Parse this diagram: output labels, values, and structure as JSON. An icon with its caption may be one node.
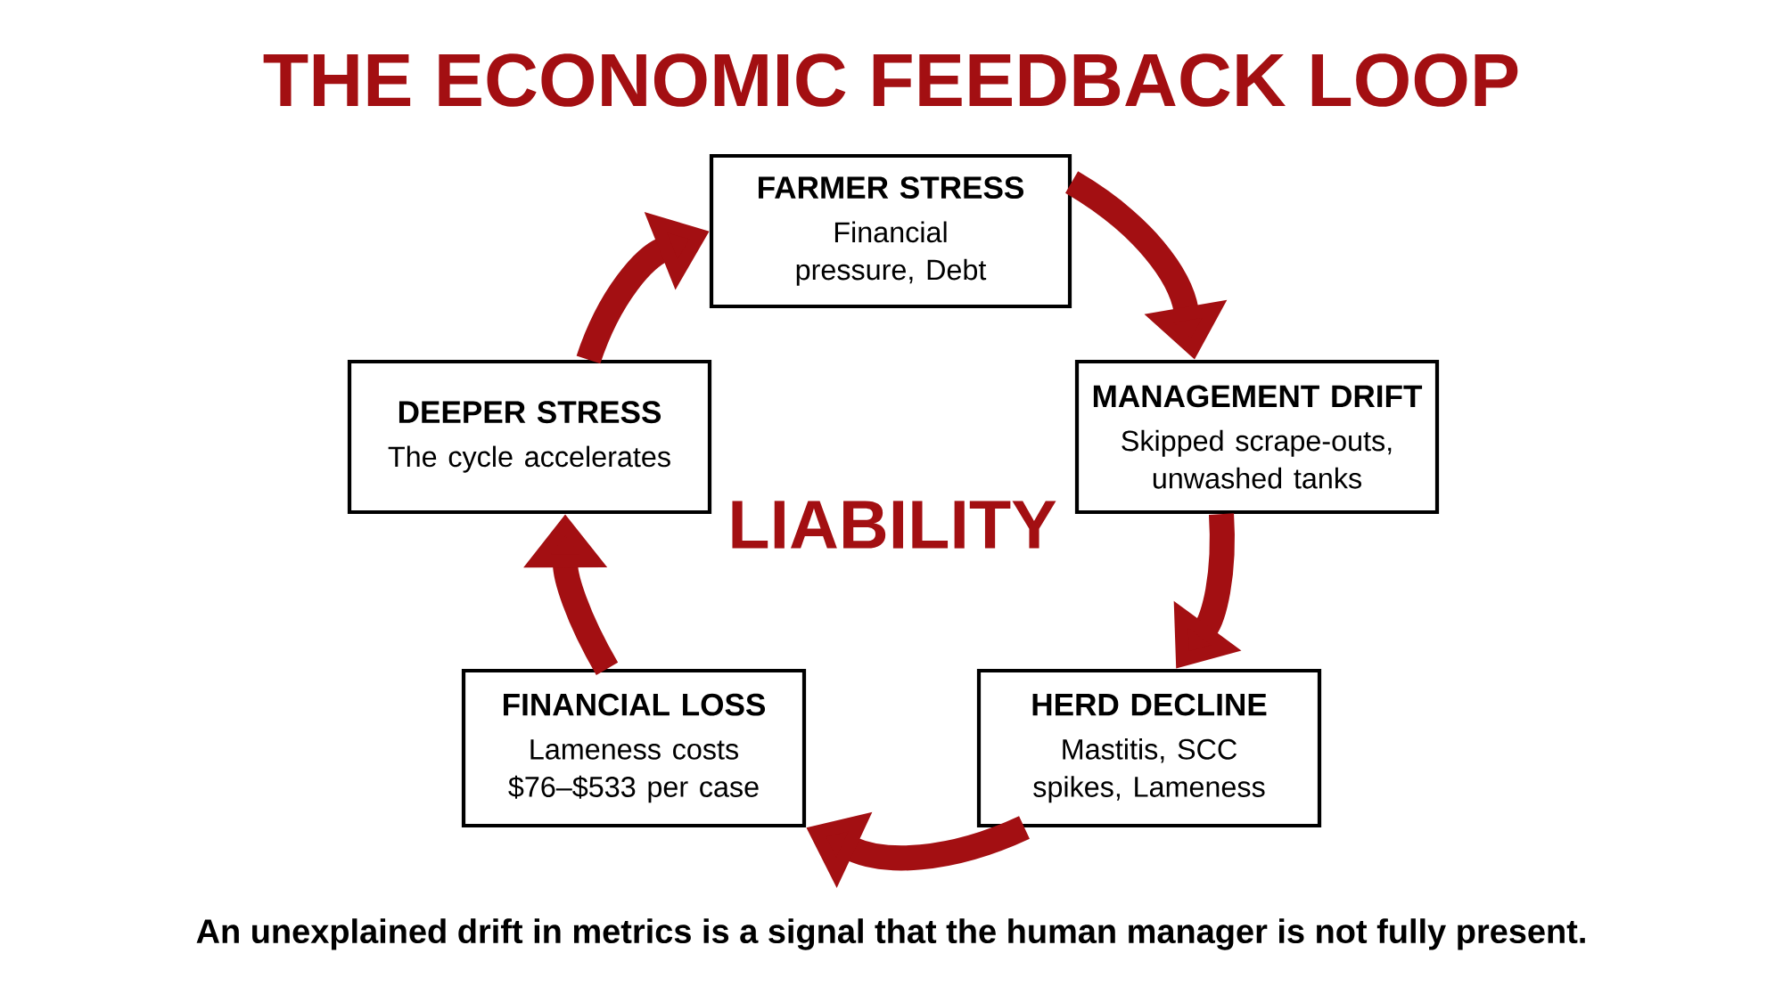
{
  "diagram": {
    "title": "THE ECONOMIC FEEDBACK LOOP",
    "caption": "An unexplained drift in metrics is a signal that the human manager is not fully present.",
    "nodes": [
      {
        "text": [
          "FARMER STRESS",
          "Financial pressure, Debt"
        ]
      },
      {
        "text": [
          "MANAGEMENT DRIFT",
          "Skipped scrape-outs, unwashed tanks"
        ]
      },
      {
        "text": [
          "HERD DECLINE",
          "Mastitis, SCC spikes, Lameness"
        ]
      },
      {
        "text": [
          "FINANCIAL LOSS",
          "Lameness costs $76–$533 per case"
        ]
      },
      {
        "text": [
          "DEEPER STRESS",
          "The cycle accelerates"
        ]
      }
    ],
    "edges": [
      {
        "from": 0,
        "to": 1,
        "arrow": "to"
      },
      {
        "from": 1,
        "to": 2,
        "arrow": "to"
      },
      {
        "from": 2,
        "to": 3,
        "arrow": "to"
      },
      {
        "from": 3,
        "to": 4,
        "arrow": "to"
      },
      {
        "from": 4,
        "to": 0,
        "arrow": "to"
      }
    ],
    "labels": [
      "LIABILITY"
    ]
  }
}
